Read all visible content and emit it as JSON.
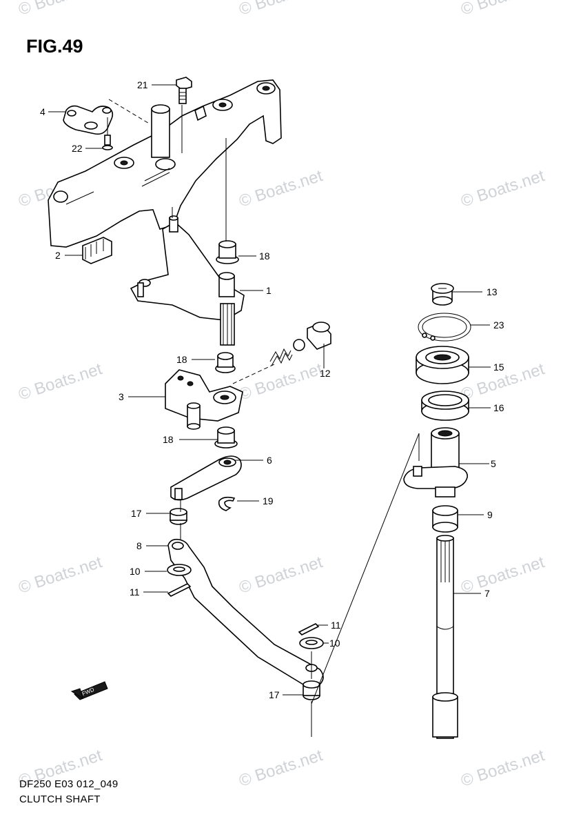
{
  "figure": {
    "title": "FIG.49",
    "code": "DF250 E03 012_049",
    "name": "CLUTCH SHAFT"
  },
  "watermark": {
    "text": "© Boats.net",
    "color": "#cfd2d6"
  },
  "callouts": [
    {
      "id": "21",
      "label": "21"
    },
    {
      "id": "4",
      "label": "4"
    },
    {
      "id": "22",
      "label": "22"
    },
    {
      "id": "2",
      "label": "2"
    },
    {
      "id": "18a",
      "label": "18"
    },
    {
      "id": "1",
      "label": "1"
    },
    {
      "id": "18b",
      "label": "18"
    },
    {
      "id": "12",
      "label": "12"
    },
    {
      "id": "3",
      "label": "3"
    },
    {
      "id": "18c",
      "label": "18"
    },
    {
      "id": "6",
      "label": "6"
    },
    {
      "id": "19",
      "label": "19"
    },
    {
      "id": "17a",
      "label": "17"
    },
    {
      "id": "8",
      "label": "8"
    },
    {
      "id": "10a",
      "label": "10"
    },
    {
      "id": "11a",
      "label": "11"
    },
    {
      "id": "11b",
      "label": "11"
    },
    {
      "id": "10b",
      "label": "10"
    },
    {
      "id": "17b",
      "label": "17"
    },
    {
      "id": "13",
      "label": "13"
    },
    {
      "id": "23",
      "label": "23"
    },
    {
      "id": "15",
      "label": "15"
    },
    {
      "id": "16",
      "label": "16"
    },
    {
      "id": "5",
      "label": "5"
    },
    {
      "id": "9",
      "label": "9"
    },
    {
      "id": "7",
      "label": "7"
    }
  ],
  "fwd_arrow": {
    "label": "FWD"
  }
}
